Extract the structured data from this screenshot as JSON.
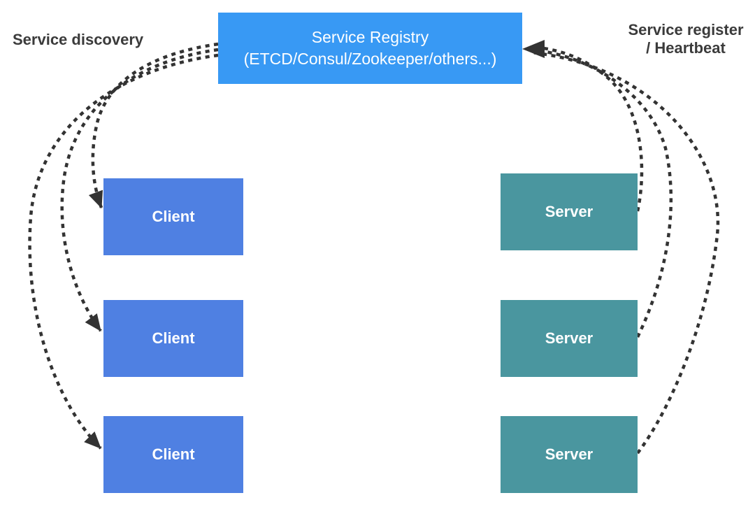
{
  "diagram": {
    "title_visible": false,
    "background": "#ffffff",
    "registry": {
      "line1": "Service Registry",
      "line2": "(ETCD/Consul/Zookeeper/others...)",
      "fill": "#3899F4",
      "text_color": "#ffffff"
    },
    "annotations": {
      "discovery": "Service discovery",
      "register_line1": "Service register",
      "register_line2": "/ Heartbeat"
    },
    "clients": [
      {
        "label": "Client"
      },
      {
        "label": "Client"
      },
      {
        "label": "Client"
      }
    ],
    "servers": [
      {
        "label": "Server"
      },
      {
        "label": "Server"
      },
      {
        "label": "Server"
      }
    ],
    "colors": {
      "client_fill": "#4F80E2",
      "server_fill": "#4A969F",
      "edge_stroke": "#333333",
      "annotation_text": "#3B3B3B"
    },
    "edges": [
      {
        "from": "service-registry",
        "to": "client-1",
        "style": "dotted-curve",
        "meaning": "service discovery"
      },
      {
        "from": "service-registry",
        "to": "client-2",
        "style": "dotted-curve",
        "meaning": "service discovery"
      },
      {
        "from": "service-registry",
        "to": "client-3",
        "style": "dotted-curve",
        "meaning": "service discovery"
      },
      {
        "from": "server-1",
        "to": "service-registry",
        "style": "dotted-curve",
        "meaning": "service register / heartbeat"
      },
      {
        "from": "server-2",
        "to": "service-registry",
        "style": "dotted-curve",
        "meaning": "service register / heartbeat"
      },
      {
        "from": "server-3",
        "to": "service-registry",
        "style": "dotted-curve",
        "meaning": "service register / heartbeat"
      }
    ]
  }
}
